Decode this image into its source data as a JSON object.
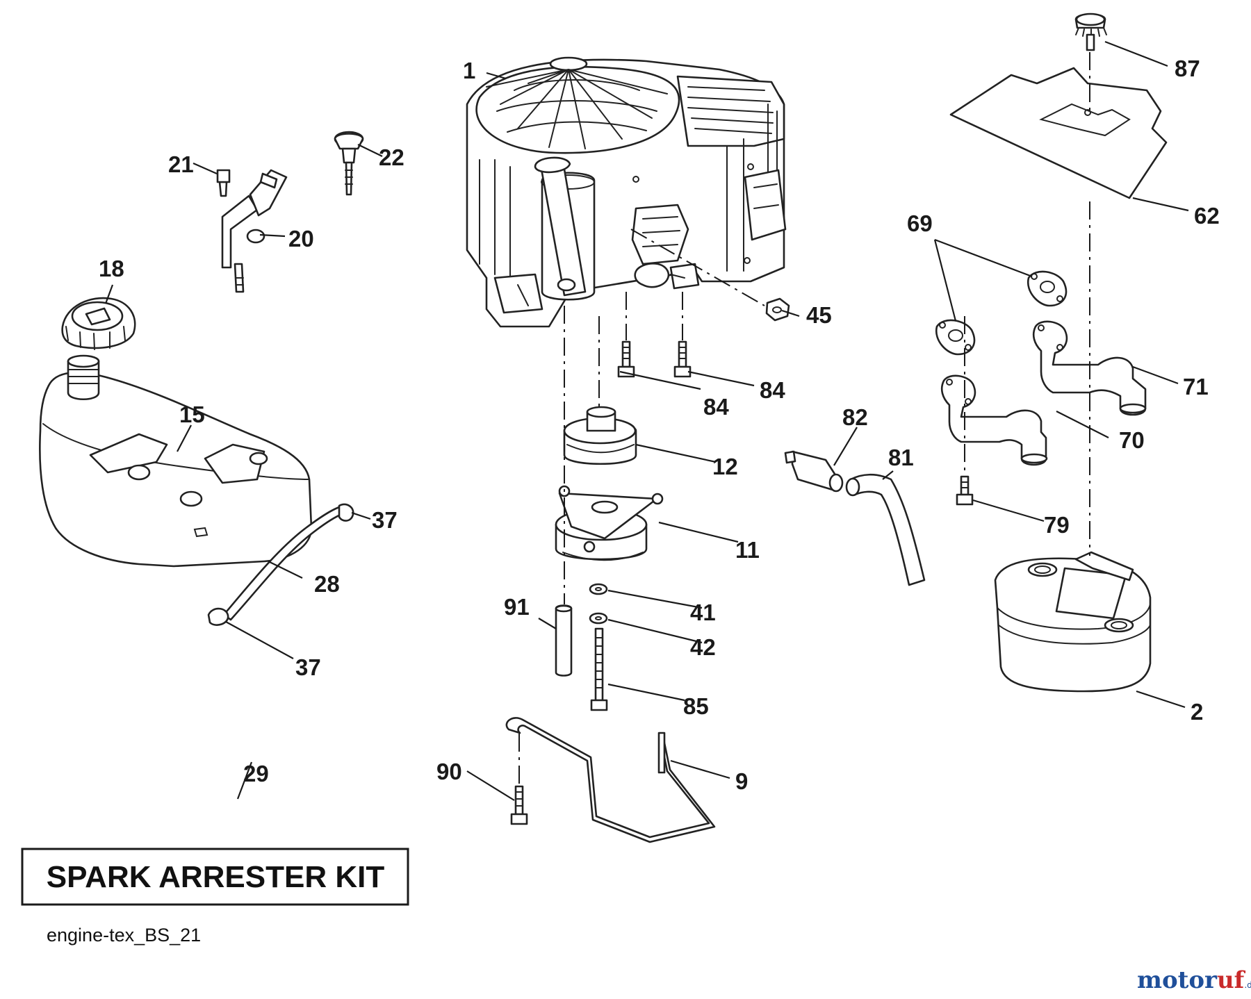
{
  "diagram": {
    "caption": "engine-tex_BS_21",
    "kit_label": "SPARK ARRESTER KIT",
    "watermark": {
      "brand_a": "motor",
      "brand_b": "uf",
      "suffix": ".de"
    },
    "callouts": {
      "c1": "1",
      "c2": "2",
      "c9": "9",
      "c11": "11",
      "c12": "12",
      "c15": "15",
      "c18": "18",
      "c20": "20",
      "c21": "21",
      "c22": "22",
      "c28": "28",
      "c29": "29",
      "c37a": "37",
      "c37b": "37",
      "c41": "41",
      "c42": "42",
      "c45": "45",
      "c62": "62",
      "c69": "69",
      "c70": "70",
      "c71": "71",
      "c79": "79",
      "c81": "81",
      "c82": "82",
      "c84a": "84",
      "c84b": "84",
      "c85": "85",
      "c87": "87",
      "c90": "90",
      "c91": "91"
    }
  }
}
